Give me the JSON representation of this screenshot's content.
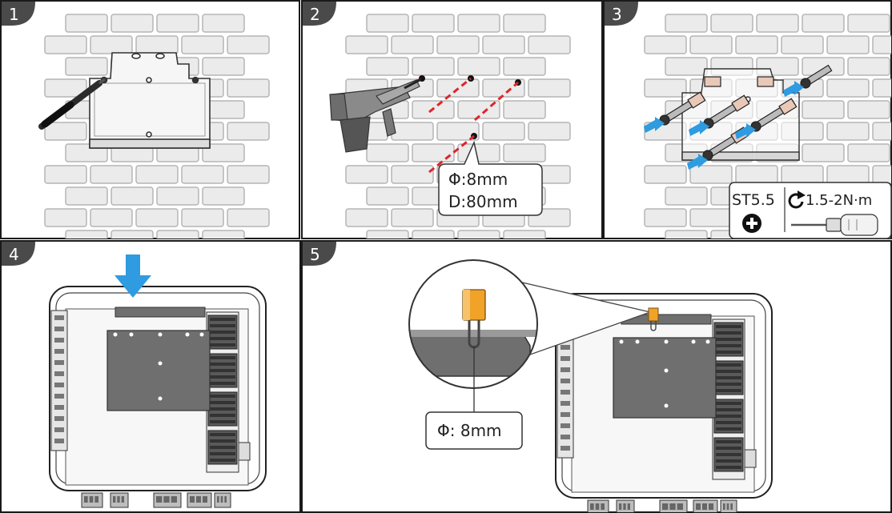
{
  "panels": [
    {
      "step": "1"
    },
    {
      "step": "2",
      "callout_line1": "Φ:8mm",
      "callout_line2": "D:80mm"
    },
    {
      "step": "3",
      "screw_spec": "ST5.5",
      "torque": "1.5-2N·m"
    },
    {
      "step": "4"
    },
    {
      "step": "5",
      "callout": "Φ: 8mm"
    }
  ],
  "colors": {
    "frame": "#1a1a1a",
    "badge": "#4a4a4a",
    "brick_fill": "#ebebeb",
    "brick_stroke": "#b5b5b5",
    "drill_line": "#e0242a",
    "arrow_blue": "#2f9be0",
    "padlock": "#f0a229"
  },
  "icons": [
    "marker-pen-icon",
    "hammer-drill-icon",
    "expansion-bolt-icon",
    "phillips-head-icon",
    "rotate-clockwise-icon",
    "screwdriver-icon",
    "down-arrow-icon",
    "padlock-icon",
    "inverter-icon"
  ]
}
